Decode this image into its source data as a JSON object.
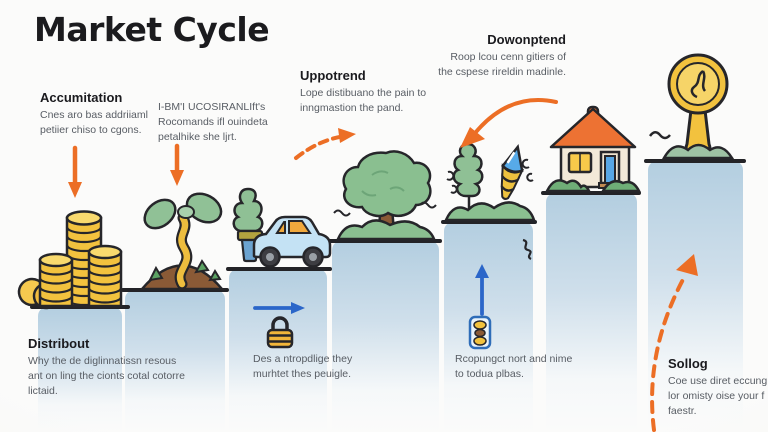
{
  "title": "Market Cycle",
  "colors": {
    "accent_orange": "#ec6e25",
    "accent_blue": "#2b66c9",
    "step_blue": "#b3cee0",
    "coin_gold": "#f2c23e",
    "leaf_green": "#8abf90",
    "roof_orange": "#ed7233",
    "title_color": "#1b1b1e"
  },
  "blocks": {
    "accumulation": {
      "heading": "Accumitation",
      "body": "Cnes aro bas addriiaml petiier chiso to cgons."
    },
    "recommendation": {
      "body": "I-BM'I UCOSIRANLIft's Rocomands ifl ouindeta petalhike she ljrt."
    },
    "uptrend": {
      "heading": "Uppotrend",
      "body": "Lope distibuano the pain to inngmastion the pand."
    },
    "downtrend": {
      "heading": "Dowonptend",
      "body": "Roop lcou cenn gitiers of the cspese rireldin madinle."
    },
    "distribution": {
      "heading": "Distribout",
      "body": "Why the de diglinnatissn resous ant on ling the cionts cotal cotorre lictaid."
    },
    "hold_note": {
      "body": "Des a ntropdlige they murhtet thes peuigle."
    },
    "reinvest_note": {
      "body": "Rcopungct nort and nime to todua plbas."
    },
    "selling": {
      "heading": "Sollog",
      "body": "Coe use diret eccung, lor omisty oise your f faestr."
    }
  },
  "icons": {
    "lock": "lock-icon",
    "coin_jar": "coin-jar-icon",
    "down_arrow": "down-arrow-icon",
    "dashed_up_arrow": "dashed-up-arrow-icon",
    "curved_down_arrow": "curved-down-arrow-icon",
    "right_arrow": "right-arrow-icon",
    "up_arrow": "up-arrow-icon",
    "dashed_rise_arrow": "dashed-rise-arrow-icon"
  }
}
